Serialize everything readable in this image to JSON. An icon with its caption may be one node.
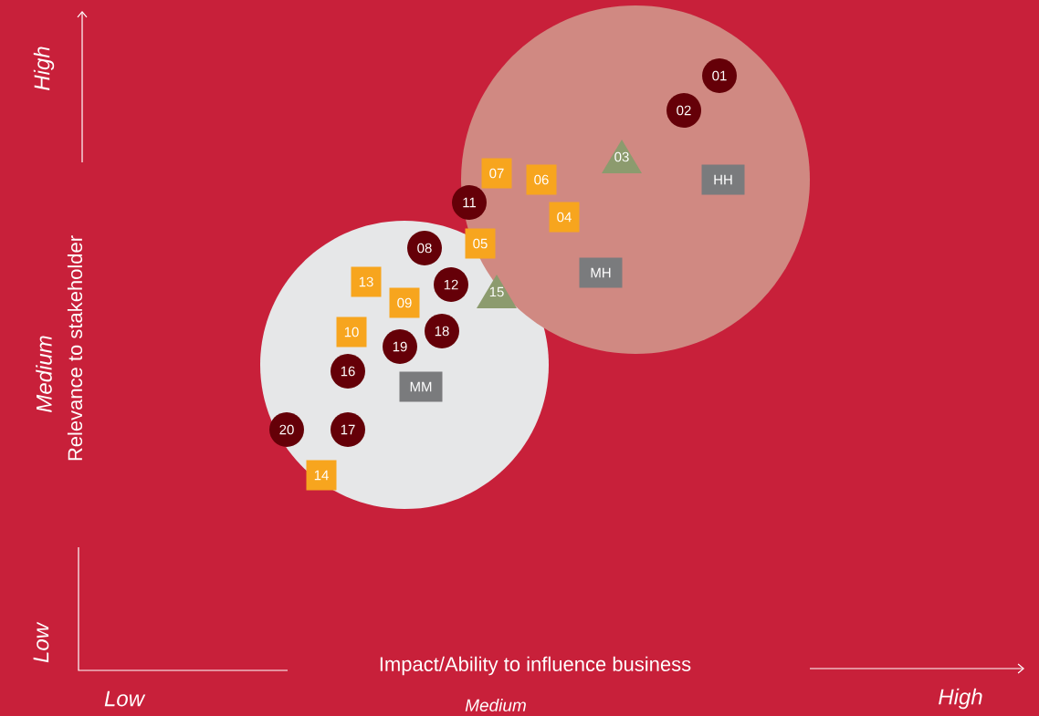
{
  "diagram": {
    "nodes": [
      {
        "text": [
          "01"
        ]
      },
      {
        "text": [
          "02"
        ]
      },
      {
        "text": [
          "03"
        ]
      },
      {
        "text": [
          "07"
        ]
      },
      {
        "text": [
          "06"
        ]
      },
      {
        "text": [
          "HH"
        ]
      },
      {
        "text": [
          "11"
        ]
      },
      {
        "text": [
          "04"
        ]
      },
      {
        "text": [
          "05"
        ]
      },
      {
        "text": [
          "08"
        ]
      },
      {
        "text": [
          "MH"
        ]
      },
      {
        "text": [
          "13"
        ]
      },
      {
        "text": [
          "12"
        ]
      },
      {
        "text": [
          "15"
        ]
      },
      {
        "text": [
          "09"
        ]
      },
      {
        "text": [
          "10"
        ]
      },
      {
        "text": [
          "18"
        ]
      },
      {
        "text": [
          "19"
        ]
      },
      {
        "text": [
          "16"
        ]
      },
      {
        "text": [
          "MM"
        ]
      },
      {
        "text": [
          "20"
        ]
      },
      {
        "text": [
          "17"
        ]
      },
      {
        "text": [
          "14"
        ]
      }
    ],
    "labels": [
      "High",
      "Relevance to stakeholder",
      "Medium",
      "Low",
      "Impact/Ability to influence business",
      "Low",
      "Medium",
      "High"
    ]
  }
}
